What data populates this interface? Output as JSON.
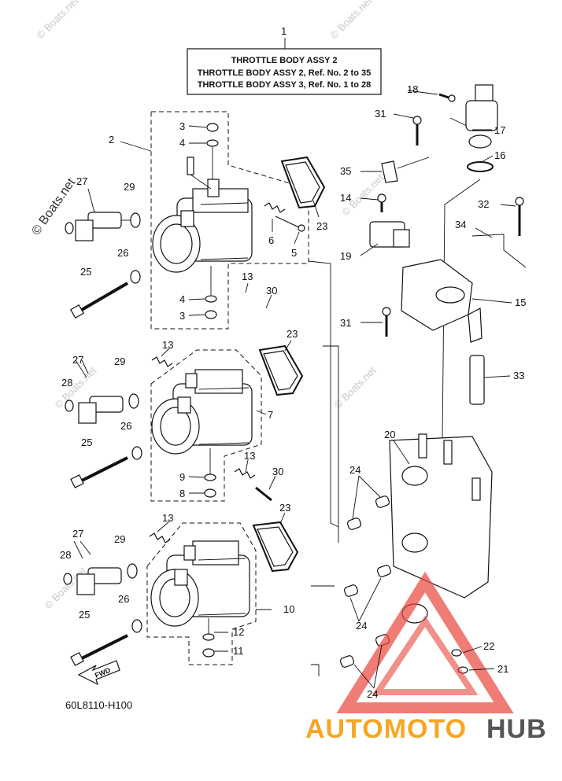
{
  "title_box": {
    "ref": "1",
    "lines": [
      "THROTTLE BODY ASSY 2",
      "THROTTLE BODY ASSY 2,  Ref. No. 2 to 35",
      "THROTTLE BODY ASSY 3,  Ref. No. 1 to 28"
    ]
  },
  "part_code": "60L8110-H100",
  "fwd_label": "FWD",
  "watermark": "© Boats.net",
  "brand": {
    "part1": "AUTOMOTO",
    "part2": "HUB",
    "color1": "#f5a623",
    "color2": "#555555",
    "logo_color": "#e8443a"
  },
  "callouts": {
    "c1": "1",
    "c2": "2",
    "c3a": "3",
    "c3b": "3",
    "c4a": "4",
    "c4b": "4",
    "c5": "5",
    "c6": "6",
    "c7": "7",
    "c8": "8",
    "c9": "9",
    "c10": "10",
    "c11": "11",
    "c12": "12",
    "c13a": "13",
    "c13b": "13",
    "c13c": "13",
    "c13d": "13",
    "c14": "14",
    "c15": "15",
    "c16": "16",
    "c17": "17",
    "c18": "18",
    "c19": "19",
    "c20": "20",
    "c21": "21",
    "c22": "22",
    "c23a": "23",
    "c23b": "23",
    "c23c": "23",
    "c24a": "24",
    "c24b": "24",
    "c24c": "24",
    "c25a": "25",
    "c25b": "25",
    "c25c": "25",
    "c26a": "26",
    "c26b": "26",
    "c26c": "26",
    "c27a": "27",
    "c27b": "27",
    "c27c": "27",
    "c28a": "28",
    "c28b": "28",
    "c29a": "29",
    "c29b": "29",
    "c29c": "29",
    "c30a": "30",
    "c30b": "30",
    "c31a": "31",
    "c31b": "31",
    "c32": "32",
    "c33": "33",
    "c34": "34",
    "c35": "35"
  }
}
